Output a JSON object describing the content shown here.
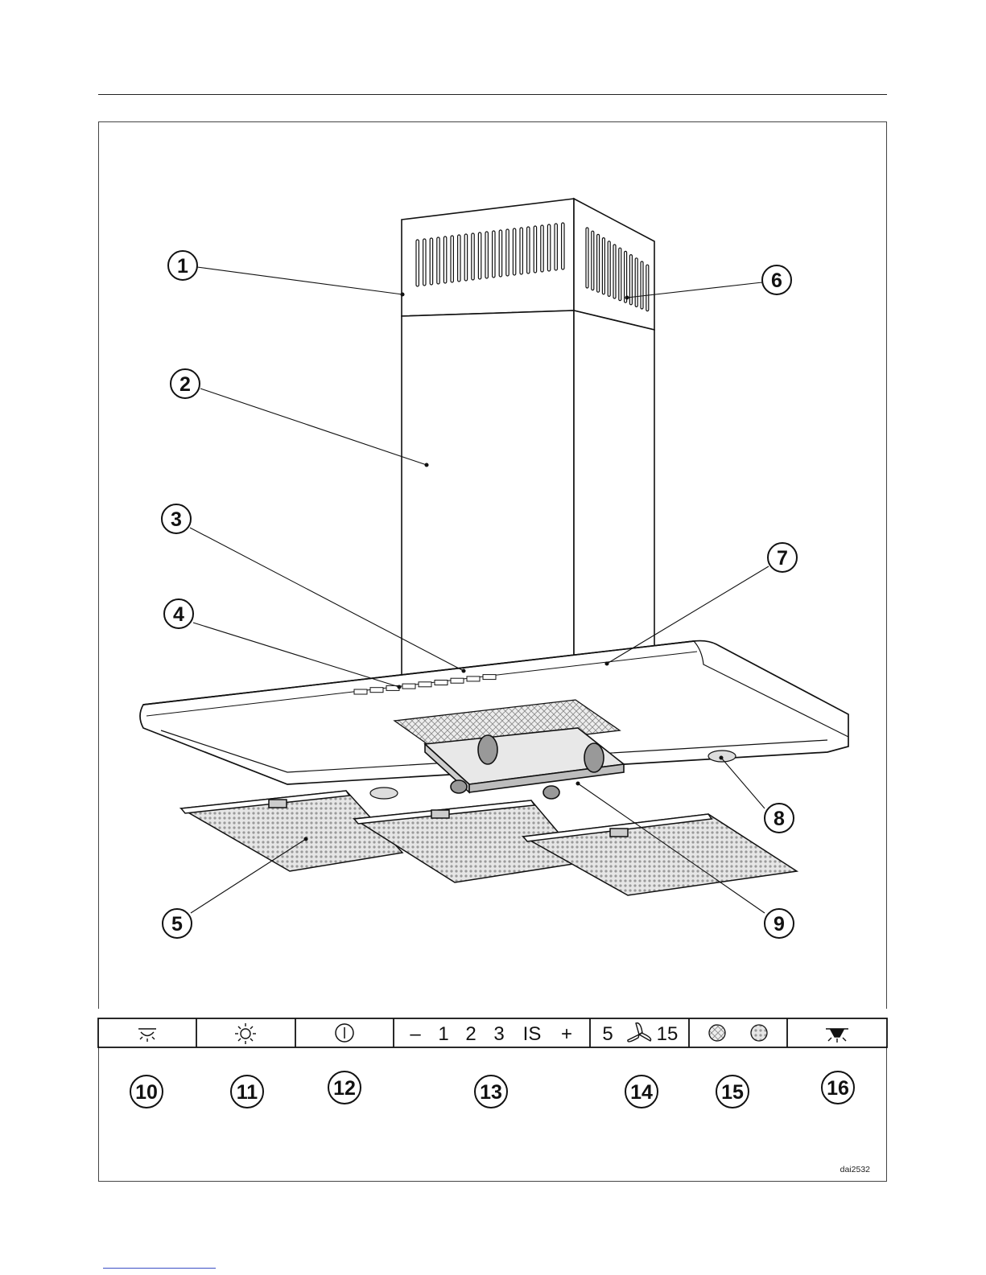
{
  "callouts": [
    "1",
    "2",
    "3",
    "4",
    "5",
    "6",
    "7",
    "8",
    "9"
  ],
  "panel_labels": {
    "seg13_minus": "–",
    "seg13_1": "1",
    "seg13_2": "2",
    "seg13_3": "3",
    "seg13_is": "IS",
    "seg13_plus": "+",
    "seg14_5": "5",
    "seg14_15": "15"
  },
  "panel_icons": [
    "light-dim-icon",
    "light-sun-icon",
    "power-icon",
    "fan-speed-controls",
    "fan-timer-icon",
    "filter-indicator-icon",
    "light-bright-icon"
  ],
  "panel_callouts": [
    "10",
    "11",
    "12",
    "13",
    "14",
    "15",
    "16"
  ],
  "figure_code": "dai2532"
}
